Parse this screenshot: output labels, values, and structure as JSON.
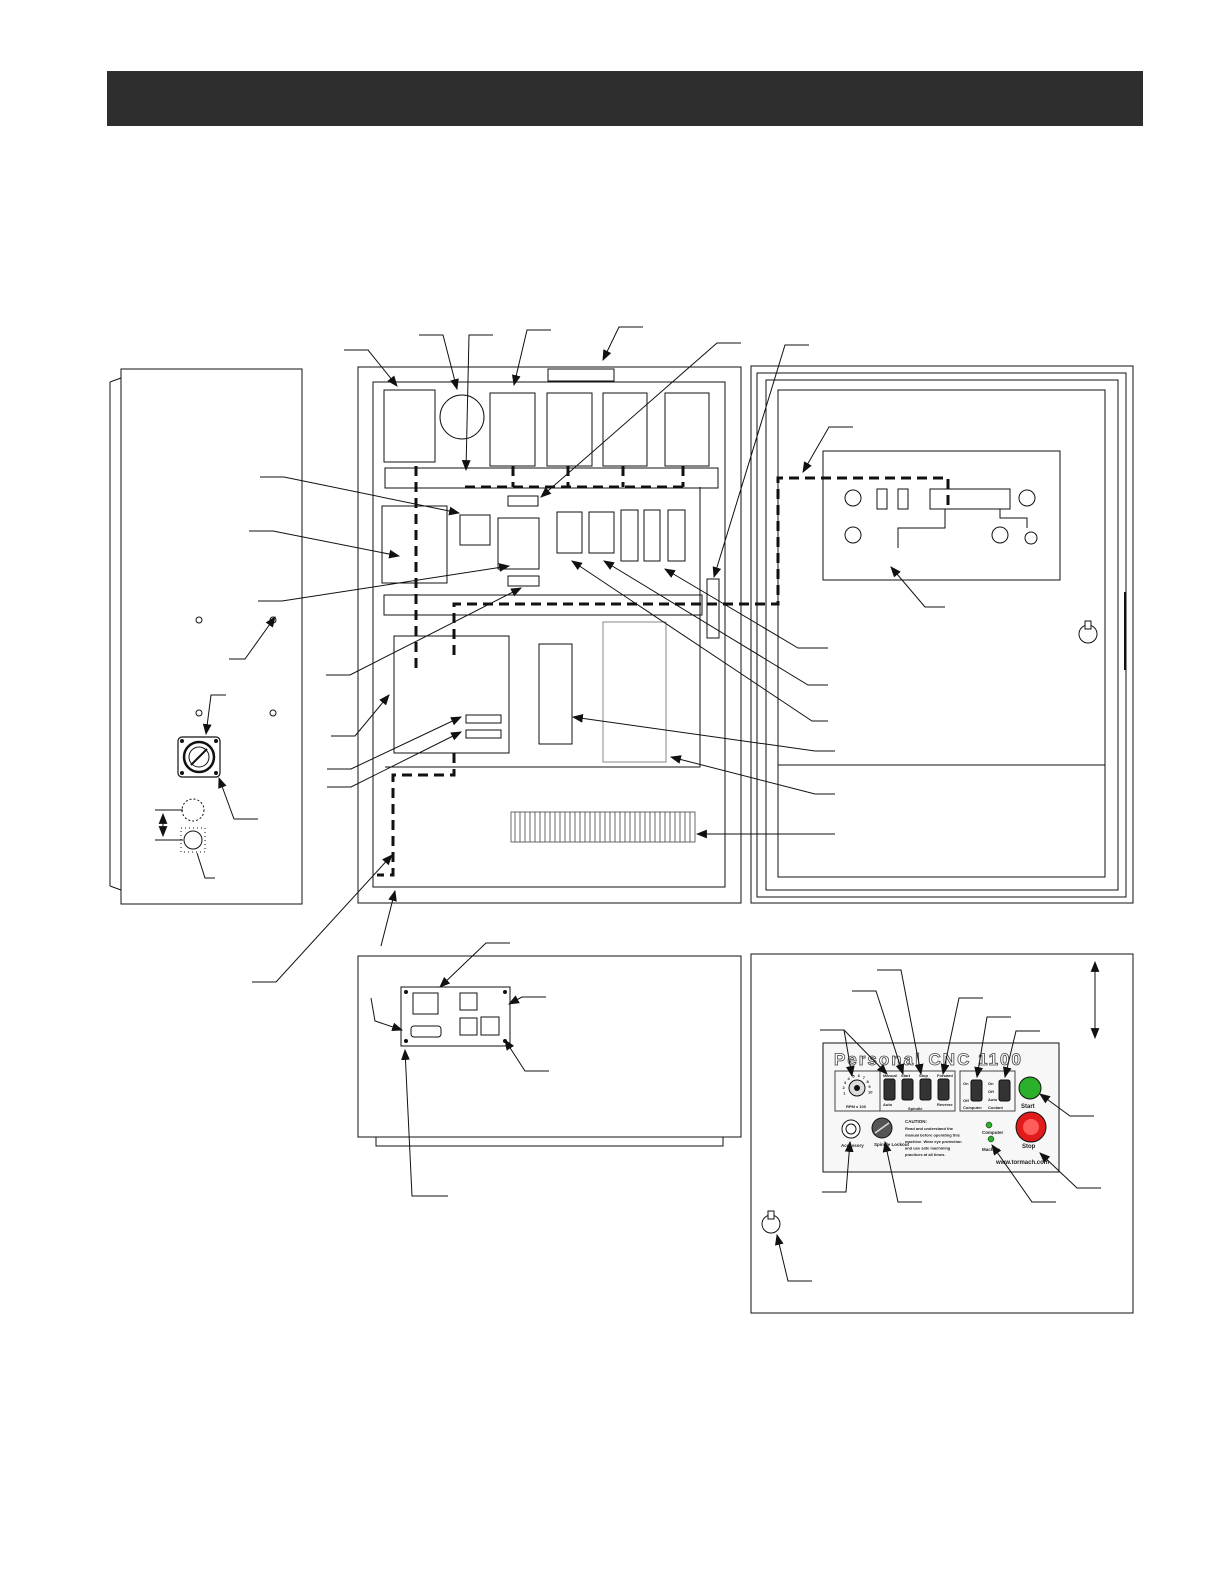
{
  "colors": {
    "header_bar": "#2e2e2e",
    "line": "#111111",
    "start_button": "#2bb02b",
    "stop_button": "#e11b1b",
    "indicator_led": "#2bb02b"
  },
  "operator_panel": {
    "brand_text": "Personal CNC 1100",
    "knob_scale_label": "RPM x 100",
    "knob_scale_values": [
      "1",
      "2",
      "3",
      "4",
      "5",
      "6",
      "7",
      "8",
      "9",
      "10"
    ],
    "switches": [
      {
        "top_label": "Manual",
        "bottom_label": "Auto"
      },
      {
        "top_label": "Start",
        "bottom_label": ""
      },
      {
        "top_label": "Stop",
        "bottom_label": ""
      },
      {
        "top_label": "Forward",
        "bottom_label": "Reverse"
      }
    ],
    "spindle_group_label": "Spindle",
    "computer_switch": {
      "top_label": "On",
      "bottom_label": "Off",
      "caption": "Computer"
    },
    "coolant_switch": {
      "labels": [
        "On",
        "Off",
        "Auto"
      ],
      "caption": "Coolant"
    },
    "start_label": "Start",
    "stop_label": "Stop",
    "accessory_label": "Accessory",
    "spindle_lockout_label": "Spindle Lockout",
    "caution_title": "CAUTION:",
    "caution_lines": [
      "Read and understand the",
      "manual before operating this",
      "machine. Wear eye protection",
      "and use safe machining",
      "practices at all times."
    ],
    "led_labels": [
      "Computer",
      "Machine"
    ],
    "website": "www.tormach.com"
  }
}
